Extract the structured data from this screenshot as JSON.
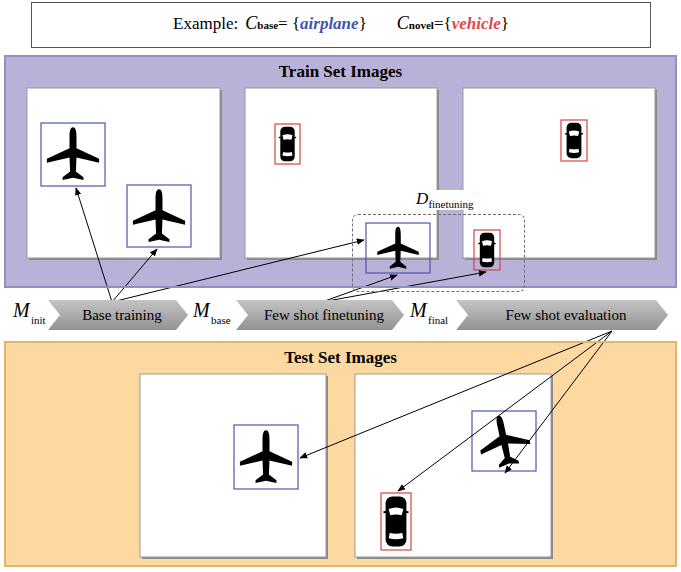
{
  "diagram": {
    "nodes": [
      {
        "text": [
          "Example:",
          "C",
          "base",
          "= {",
          "airplane",
          "}",
          "C",
          "novel",
          "={",
          "vehicle",
          "}"
        ]
      },
      {
        "text": [
          "Train Set Images"
        ]
      },
      {
        "text": [
          "D",
          "finetuning"
        ],
        "in": 1
      },
      {
        "text": [
          "Base training"
        ]
      },
      {
        "text": [
          "Few shot finetuning"
        ]
      },
      {
        "text": [
          "Few shot evaluation"
        ]
      },
      {
        "text": [
          "Test Set Images"
        ]
      }
    ],
    "labels": [
      "M",
      "init",
      "M",
      "base",
      "M",
      "final"
    ]
  }
}
